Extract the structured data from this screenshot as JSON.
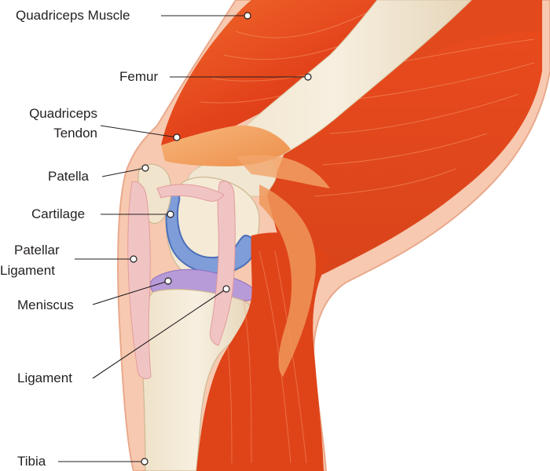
{
  "labels": {
    "quadriceps_muscle": "Quadriceps Muscle",
    "femur": "Femur",
    "quadriceps_tendon_1": "Quadriceps",
    "quadriceps_tendon_2": "Tendon",
    "patella": "Patella",
    "cartilage": "Cartilage",
    "patellar_ligament_1": "Patellar",
    "patellar_ligament_2": "Ligament",
    "meniscus": "Meniscus",
    "ligament": "Ligament",
    "tibia": "Tibia"
  },
  "colors": {
    "skin": "#f7c9b0",
    "skin_edge": "#e9a98c",
    "muscle": "#e8431b",
    "muscle_dark": "#c42f10",
    "muscle_light": "#f4763f",
    "tendon": "#f2a56a",
    "bone": "#f3e9d6",
    "bone_shade": "#e2d3b8",
    "cartilage": "#7f9dd8",
    "cartilage_edge": "#4c6fb8",
    "meniscus": "#b79ad8",
    "ligament": "#f1c4c4",
    "text": "#231f20"
  }
}
